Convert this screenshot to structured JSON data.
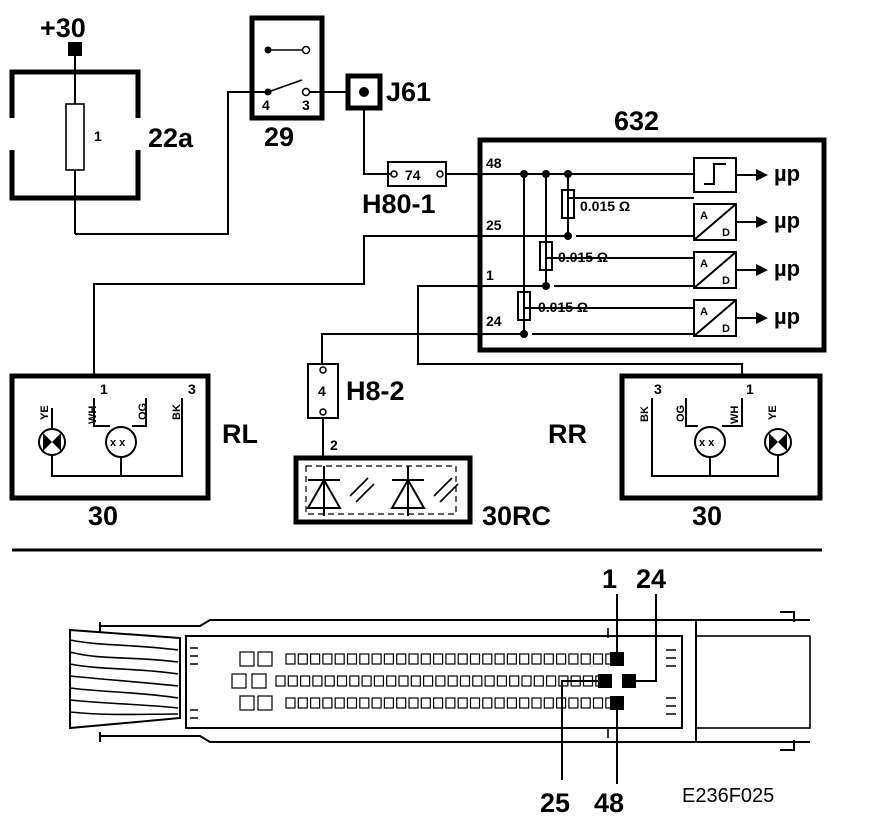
{
  "diagram": {
    "supply_label": "+30",
    "fuse": {
      "id": "22a",
      "pin": "1"
    },
    "switch": {
      "id": "29",
      "pin_left": "4",
      "pin_right": "3"
    },
    "junction": {
      "id": "J61"
    },
    "connector_h80": {
      "id": "H80-1",
      "pin": "74"
    },
    "control_module": {
      "id": "632",
      "pins": [
        "48",
        "25",
        "1",
        "24"
      ],
      "resistors": [
        "0.015 Ω",
        "0.015 Ω",
        "0.015 Ω"
      ],
      "outputs": [
        "µp",
        "µp",
        "µp",
        "µp"
      ],
      "converter_top": "A",
      "converter_bottom": "D"
    },
    "lamp_left": {
      "id": "RL",
      "ground": "30",
      "pin1": "1",
      "pin3": "3",
      "wires": [
        "YE",
        "WH",
        "OG",
        "BK"
      ]
    },
    "lamp_right": {
      "id": "RR",
      "ground": "30",
      "pin1": "1",
      "pin3": "3",
      "wires": [
        "BK",
        "OG",
        "WH",
        "YE"
      ]
    },
    "connector_h8": {
      "id": "H8-2",
      "pin": "4",
      "pin_below": "2"
    },
    "led_unit": {
      "id": "30RC"
    }
  },
  "connector_view": {
    "pins_top": [
      "1",
      "24"
    ],
    "pins_bottom": [
      "25",
      "48"
    ],
    "figure_code": "E236F025"
  }
}
